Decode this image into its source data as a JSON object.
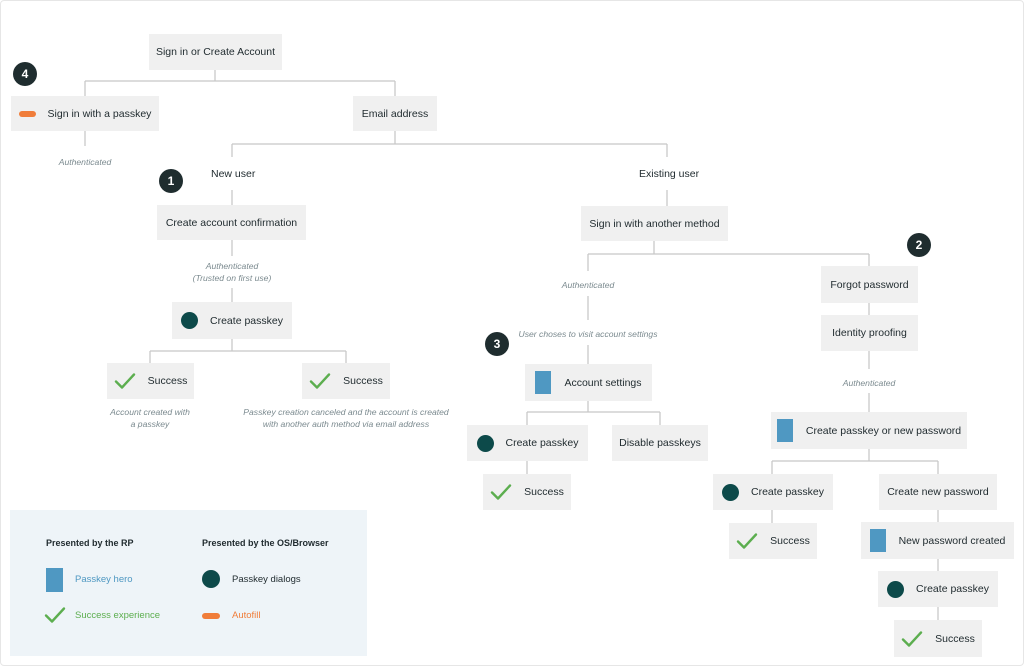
{
  "nodes": {
    "sign_in_or_create": "Sign in or Create Account",
    "sign_in_with_passkey": "Sign in with a passkey",
    "email_address": "Email address",
    "new_user": "New user",
    "existing_user": "Existing user",
    "create_account_confirmation": "Create account confirmation",
    "sign_in_another_method": "Sign in with another method",
    "create_passkey_new_user": "Create passkey",
    "success_new_user_1": "Success",
    "success_new_user_2": "Success",
    "account_settings": "Account settings",
    "create_passkey_settings": "Create passkey",
    "disable_passkeys": "Disable passkeys",
    "success_settings": "Success",
    "forgot_password": "Forgot password",
    "identity_proofing": "Identity proofing",
    "create_passkey_or_new_password": "Create passkey or new password",
    "create_passkey_forgot": "Create passkey",
    "success_forgot": "Success",
    "create_new_password": "Create new password",
    "new_password_created": "New password created",
    "create_passkey_after_password": "Create passkey",
    "success_after_password": "Success"
  },
  "notes": {
    "authenticated_passkey": "Authenticated",
    "authenticated_new_user_1": "Authenticated",
    "authenticated_new_user_2": "(Trusted on first use)",
    "account_created_1": "Account created with",
    "account_created_2": "a passkey",
    "passkey_canceled_1": "Passkey creation canceled and the account is created",
    "passkey_canceled_2": "with another auth method via email address",
    "authenticated_existing": "Authenticated",
    "visit_settings": "User choses to visit account settings",
    "authenticated_identity": "Authenticated"
  },
  "badges": {
    "b1": "1",
    "b2": "2",
    "b3": "3",
    "b4": "4"
  },
  "legend": {
    "rp_heading": "Presented by the RP",
    "os_heading": "Presented by the OS/Browser",
    "passkey_hero": "Passkey hero",
    "success_experience": "Success experience",
    "passkey_dialogs": "Passkey dialogs",
    "autofill": "Autofill"
  },
  "colors": {
    "passkey_dialog": "#0d4a4a",
    "passkey_hero": "#4f98c2",
    "success_check": "#5cae4f",
    "autofill": "#f07d3a",
    "node_background": "#f0f0f0",
    "connector": "#c8c8c8",
    "badge": "#1f2d2f",
    "legend_background": "#eef4f8"
  }
}
